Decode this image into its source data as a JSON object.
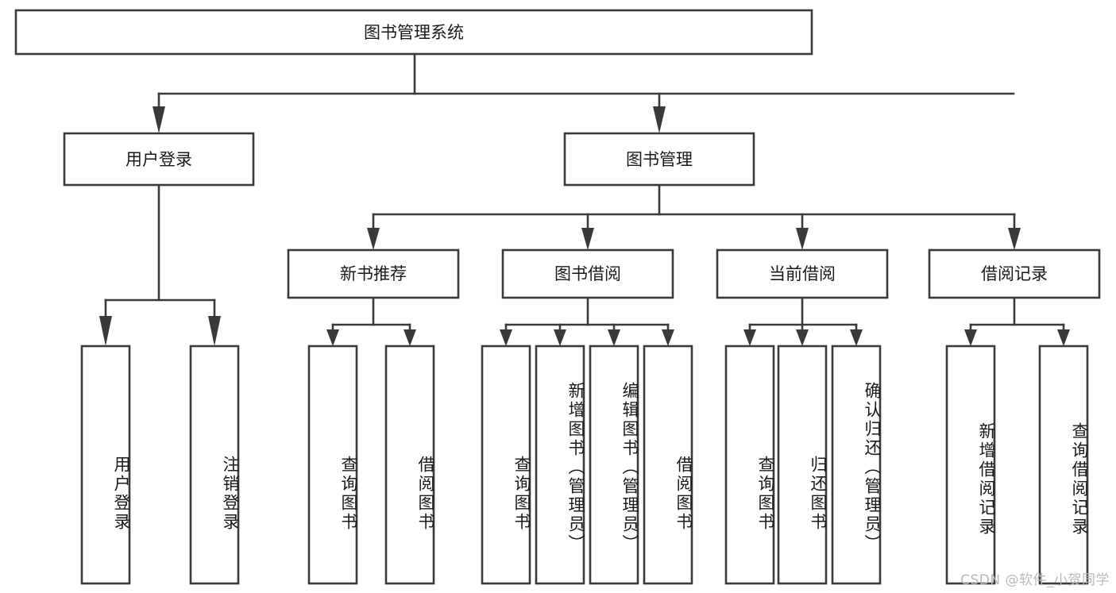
{
  "diagram": {
    "title": "图书管理系统",
    "type": "tree-hierarchy-chart",
    "root": {
      "label": "图书管理系统"
    },
    "level2": [
      {
        "label": "用户登录"
      },
      {
        "label": "图书管理"
      }
    ],
    "level3": [
      {
        "label": "新书推荐"
      },
      {
        "label": "图书借阅"
      },
      {
        "label": "当前借阅"
      },
      {
        "label": "借阅记录"
      }
    ],
    "leaves": {
      "user_login": [
        {
          "label": "用户登录"
        },
        {
          "label": "注销登录"
        }
      ],
      "new_book_recommend": [
        {
          "label": "查询图书"
        },
        {
          "label": "借阅图书"
        }
      ],
      "book_borrow": [
        {
          "label": "查询图书"
        },
        {
          "label": "新增图书（管理员）"
        },
        {
          "label": "编辑图书（管理员）"
        },
        {
          "label": "借阅图书"
        }
      ],
      "current_borrow": [
        {
          "label": "查询图书"
        },
        {
          "label": "归还图书"
        },
        {
          "label": "确认归还（管理员）"
        }
      ],
      "borrow_record": [
        {
          "label": "新增借阅记录"
        },
        {
          "label": "查询借阅记录"
        }
      ]
    }
  },
  "watermark": {
    "text": "CSDN @软件_小贺同学"
  },
  "colors": {
    "box_stroke": "#3a3a3a",
    "box_fill": "#ffffff",
    "text": "#1a1a1a",
    "background": "#ffffff",
    "watermark": "#b9b9b9"
  }
}
